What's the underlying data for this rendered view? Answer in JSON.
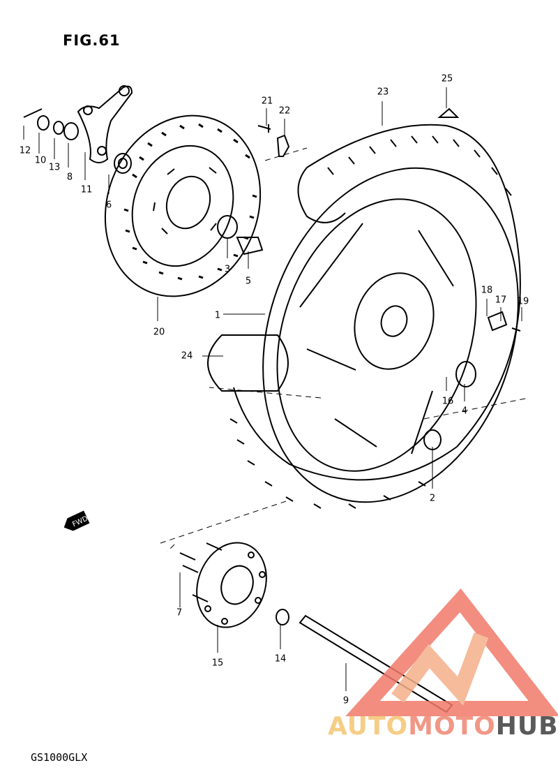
{
  "title": "FIG.61",
  "model": "GS1000GLX",
  "fwd_label": "FWD",
  "watermark": {
    "part1": "AUTO",
    "part2": "MOTO",
    "part3": "HUB"
  },
  "callouts": [
    "12",
    "10",
    "13",
    "8",
    "11",
    "6",
    "21",
    "22",
    "23",
    "25",
    "3",
    "5",
    "20",
    "1",
    "24",
    "18",
    "17",
    "19",
    "16",
    "4",
    "2",
    "7",
    "15",
    "14",
    "9"
  ],
  "colors": {
    "line": "#000000",
    "watermark_red": "#f07a6a",
    "watermark_orange": "#f5c87a",
    "watermark_gray": "#5a5a5a"
  }
}
